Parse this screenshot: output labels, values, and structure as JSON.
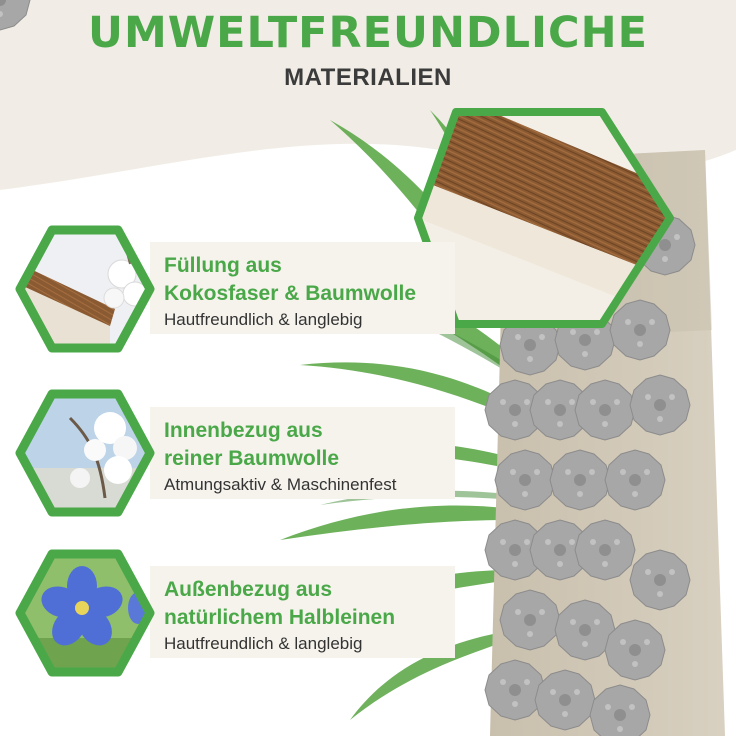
{
  "heading": {
    "title": "UMWELTFREUNDLICHE",
    "subtitle": "MATERIALIEN"
  },
  "features": [
    {
      "line1": "Füllung aus",
      "line2": "Kokosfaser & Baumwolle",
      "line3": "Hautfreundlich & langlebig",
      "image": "coconut-fiber-cotton-photo"
    },
    {
      "line1": "Innenbezug aus",
      "line2": "reiner Baumwolle",
      "line3": "Atmungsaktiv & Maschinenfest",
      "image": "cotton-photo"
    },
    {
      "line1": "Außenbezug aus",
      "line2": "natürlichem Halbleinen",
      "line3": "Hautfreundlich & langlebig",
      "image": "flax-flower-photo"
    }
  ],
  "colors": {
    "accent_green": "#4aa849",
    "heading_dark": "#3b3b3b",
    "card_bg": "#f6f3ed",
    "coir_brown": "#8a5a32",
    "linen_beige": "#cfc6b5",
    "spike_grey": "#a7a7a7"
  }
}
